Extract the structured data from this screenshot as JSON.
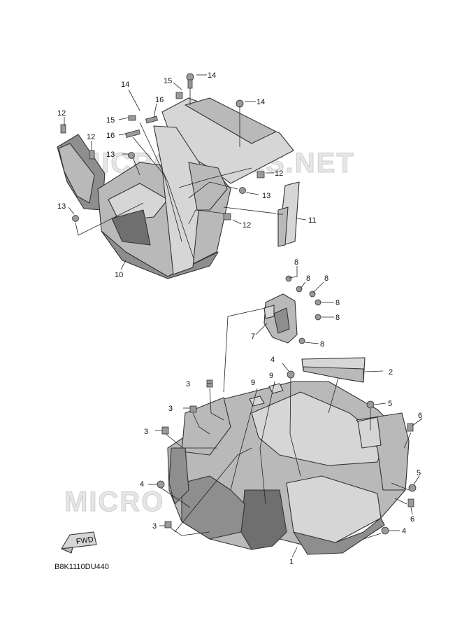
{
  "diagram_code": "B8K1110DU440",
  "fwd_label": "FWD",
  "watermarks": [
    "MICRO",
    "FICHES.NET",
    "MICRO"
  ],
  "callouts": {
    "c1": "1",
    "c2": "2",
    "c3a": "3",
    "c3b": "3",
    "c3c": "3",
    "c3d": "3",
    "c4a": "4",
    "c4b": "4",
    "c4c": "4",
    "c5a": "5",
    "c5b": "5",
    "c6a": "6",
    "c6b": "6",
    "c7": "7",
    "c8a": "8",
    "c8b": "8",
    "c8c": "8",
    "c8d": "8",
    "c8e": "8",
    "c8f": "8",
    "c9a": "9",
    "c9b": "9",
    "c10": "10",
    "c11": "11",
    "c12a": "12",
    "c12b": "12",
    "c12c": "12",
    "c12d": "12",
    "c13a": "13",
    "c13b": "13",
    "c13c": "13",
    "c14a": "14",
    "c14b": "14",
    "c14c": "14",
    "c15a": "15",
    "c15b": "15",
    "c16a": "16",
    "c16b": "16"
  },
  "colors": {
    "part_fill": "#b9b9b9",
    "part_light": "#d6d6d6",
    "part_dark": "#8e8e8e",
    "line": "#222222"
  }
}
